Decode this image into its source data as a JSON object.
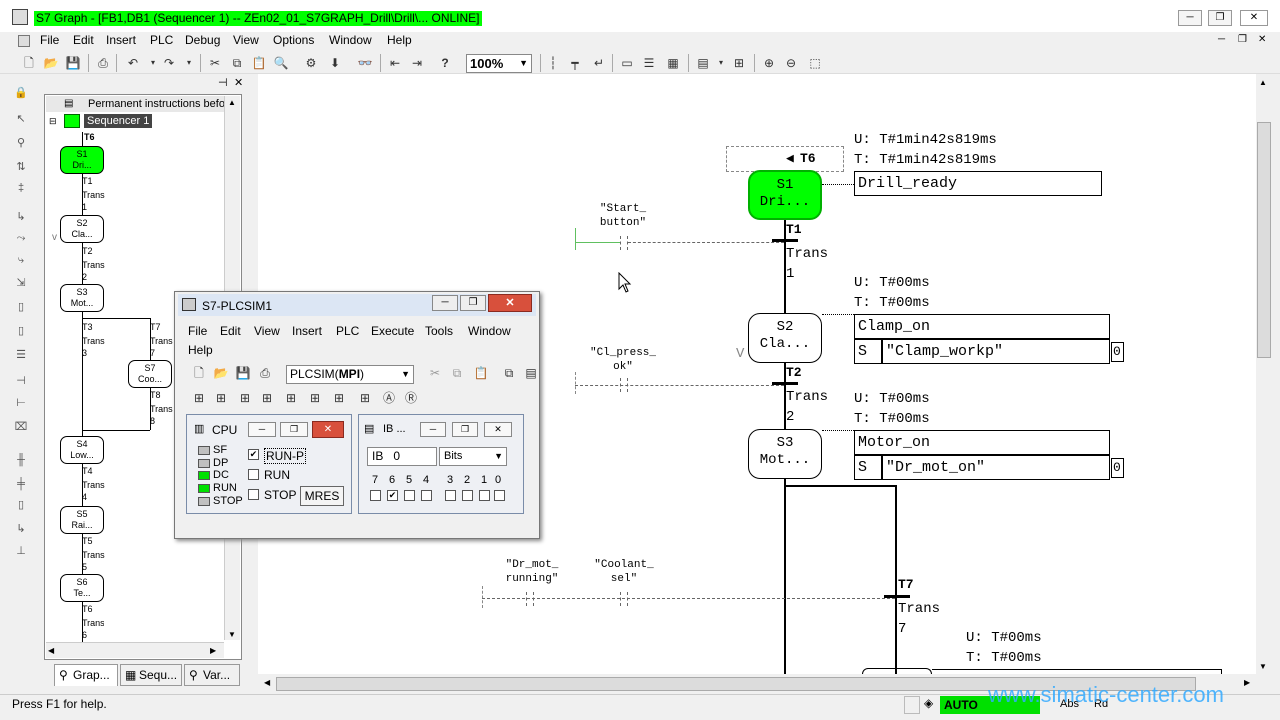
{
  "window": {
    "title": "S7 Graph - [FB1,DB1 (Sequencer 1) -- ZEn02_01_S7GRAPH_Drill\\Drill\\... ONLINE]",
    "controls": [
      "─",
      "❐",
      "✕"
    ],
    "mdi_controls": [
      "─",
      "❐",
      "✕"
    ]
  },
  "menu": [
    "File",
    "Edit",
    "Insert",
    "PLC",
    "Debug",
    "View",
    "Options",
    "Window",
    "Help"
  ],
  "toolbar": {
    "zoom": "100%"
  },
  "nav": {
    "header": "Permanent instructions befor",
    "sequencer": "Sequencer 1",
    "top_transition": "T6",
    "steps": [
      {
        "num": "S1",
        "name": "Dri..."
      },
      {
        "num": "S2",
        "name": "Cla..."
      },
      {
        "num": "S3",
        "name": "Mot..."
      },
      {
        "num": "S4",
        "name": "Low..."
      },
      {
        "num": "S5",
        "name": "Rai..."
      },
      {
        "num": "S6",
        "name": "Te..."
      },
      {
        "num": "S7",
        "name": "Coo..."
      }
    ],
    "transitions": [
      {
        "num": "T1",
        "name": "Trans",
        "idx": "1"
      },
      {
        "num": "T2",
        "name": "Trans",
        "idx": "2"
      },
      {
        "num": "T3",
        "name": "Trans",
        "idx": "3"
      },
      {
        "num": "T4",
        "name": "Trans",
        "idx": "4"
      },
      {
        "num": "T5",
        "name": "Trans",
        "idx": "5"
      },
      {
        "num": "T6",
        "name": "Trans",
        "idx": "6"
      },
      {
        "num": "T7",
        "name": "Trans",
        "idx": "7"
      },
      {
        "num": "T8",
        "name": "Trans",
        "idx": "8"
      }
    ],
    "v_marker": "v",
    "tabs": [
      "Grap...",
      "Sequ...",
      "Var..."
    ]
  },
  "graph": {
    "jump_label": "T6",
    "s1": {
      "num": "S1",
      "name": "Dri...",
      "u": "U: T#1min42s819ms",
      "t": "T: T#1min42s819ms",
      "action": "Drill_ready"
    },
    "t1": {
      "num": "T1",
      "name": "Trans",
      "idx": "1",
      "cond": "\"Start_\nbutton\""
    },
    "s2": {
      "num": "S2",
      "name": "Cla...",
      "u": "U: T#00ms",
      "t": "T: T#00ms",
      "action": "Clamp_on",
      "qual": "S",
      "operand": "\"Clamp_workp\"",
      "val": "0"
    },
    "t2": {
      "num": "T2",
      "name": "Trans",
      "idx": "2",
      "cond": "\"Cl_press_\nok\""
    },
    "s3": {
      "num": "S3",
      "name": "Mot...",
      "u": "U: T#00ms",
      "t": "T: T#00ms",
      "action": "Motor_on",
      "qual": "S",
      "operand": "\"Dr_mot_on\"",
      "val": "0"
    },
    "t7": {
      "num": "T7",
      "name": "Trans",
      "idx": "7",
      "cond1": "\"Dr_mot_\nrunning\"",
      "cond2": "\"Coolant_\nsel\"",
      "u": "U: T#00ms",
      "t": "T: T#00ms"
    },
    "v_marker": "V"
  },
  "plcsim": {
    "title": "S7-PLCSIM1",
    "menu": [
      "File",
      "Edit",
      "View",
      "Insert",
      "PLC",
      "Execute",
      "Tools",
      "Window",
      "Help"
    ],
    "connection_prefix": "PLCSIM(",
    "connection_bold": "MPI",
    "connection_suffix": ")",
    "cpu": {
      "title": "CPU",
      "leds": [
        {
          "label": "SF",
          "color": "#c0c0c0"
        },
        {
          "label": "DP",
          "color": "#c0c0c0"
        },
        {
          "label": "DC",
          "color": "#00e000"
        },
        {
          "label": "RUN",
          "color": "#00e000"
        },
        {
          "label": "STOP",
          "color": "#c0c0c0"
        }
      ],
      "modes": [
        {
          "label": "RUN-P",
          "checked": true
        },
        {
          "label": "RUN",
          "checked": false
        },
        {
          "label": "STOP",
          "checked": false
        }
      ],
      "mres": "MRES"
    },
    "ib": {
      "title": "IB ...",
      "address": "IB   0",
      "format": "Bits",
      "bits": [
        "7",
        "6",
        "5",
        "4",
        "3",
        "2",
        "1",
        "0"
      ],
      "checked_bit": "6"
    }
  },
  "status": {
    "help": "Press F1 for help.",
    "mode": "AUTO",
    "abs": "Abs",
    "rd": "Rd",
    "watermark": "www.simatic-center.com"
  }
}
